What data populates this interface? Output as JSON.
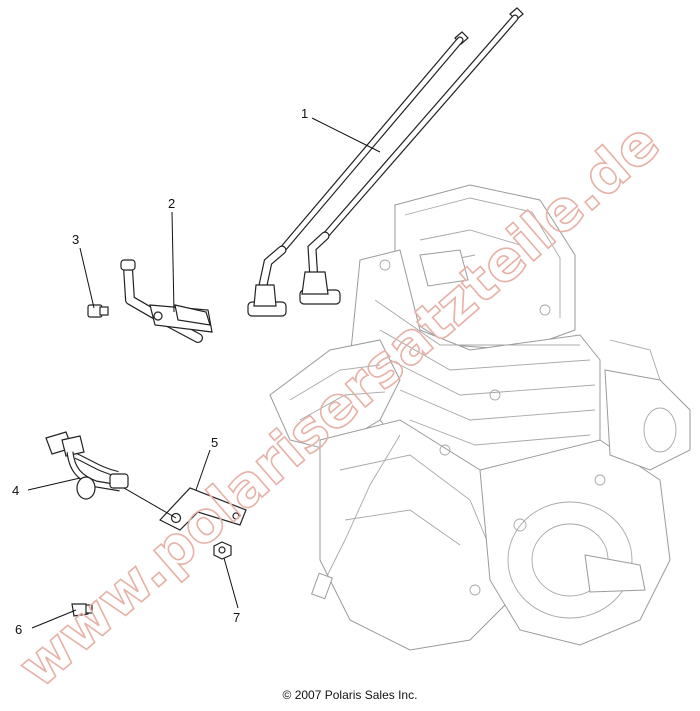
{
  "callouts": [
    {
      "id": "1",
      "label": "1"
    },
    {
      "id": "2",
      "label": "2"
    },
    {
      "id": "3",
      "label": "3"
    },
    {
      "id": "4",
      "label": "4"
    },
    {
      "id": "5",
      "label": "5"
    },
    {
      "id": "6",
      "label": "6"
    },
    {
      "id": "7",
      "label": "7"
    }
  ],
  "copyright": "© 2007 Polaris Sales Inc.",
  "watermark": "www.polarisersatzteile.de",
  "colors": {
    "watermark": "#e6b1a6",
    "line": "#222222",
    "engine": "#9a9a9a"
  }
}
